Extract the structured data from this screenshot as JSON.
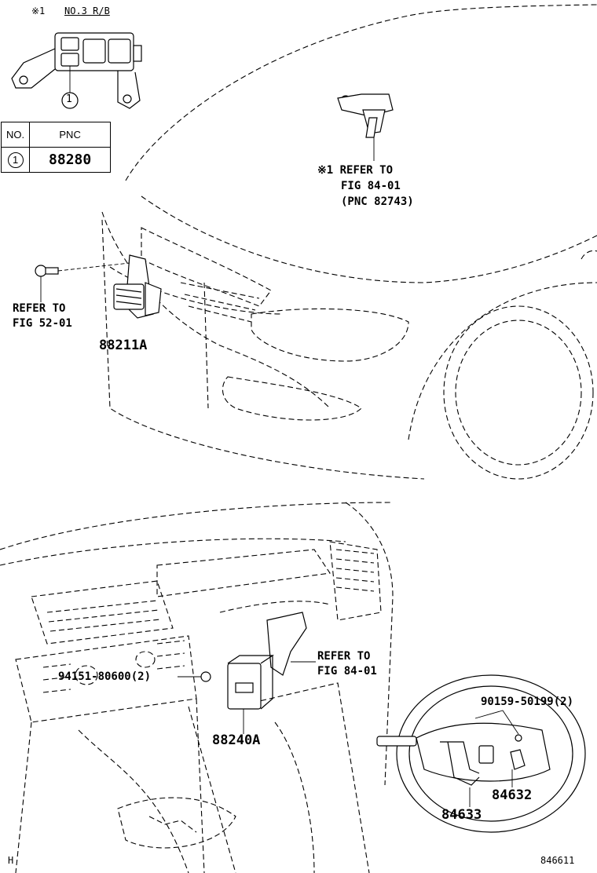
{
  "header": {
    "mark_label": "※1",
    "rb_label": "NO.3 R/B",
    "callout_number": "1"
  },
  "pnc_table": {
    "col_no": "NO.",
    "col_pnc": "PNC",
    "rows": [
      {
        "no": "1",
        "pnc": "88280"
      }
    ]
  },
  "labels": {
    "ref_84_01_pnc": [
      "※1 REFER TO",
      "FIG 84-01",
      "(PNC 82743)"
    ],
    "ref_52_01": [
      "REFER TO",
      "FIG 52-01"
    ],
    "ref_84_01_dash": [
      "REFER TO",
      "FIG 84-01"
    ],
    "part_88211A": "88211A",
    "part_88240A": "88240A",
    "part_94151": "94151-80600(2)",
    "part_90159": "90159-50199(2)",
    "part_84632": "84632",
    "part_84633": "84633",
    "corner_left": "H",
    "corner_right": "846611"
  }
}
